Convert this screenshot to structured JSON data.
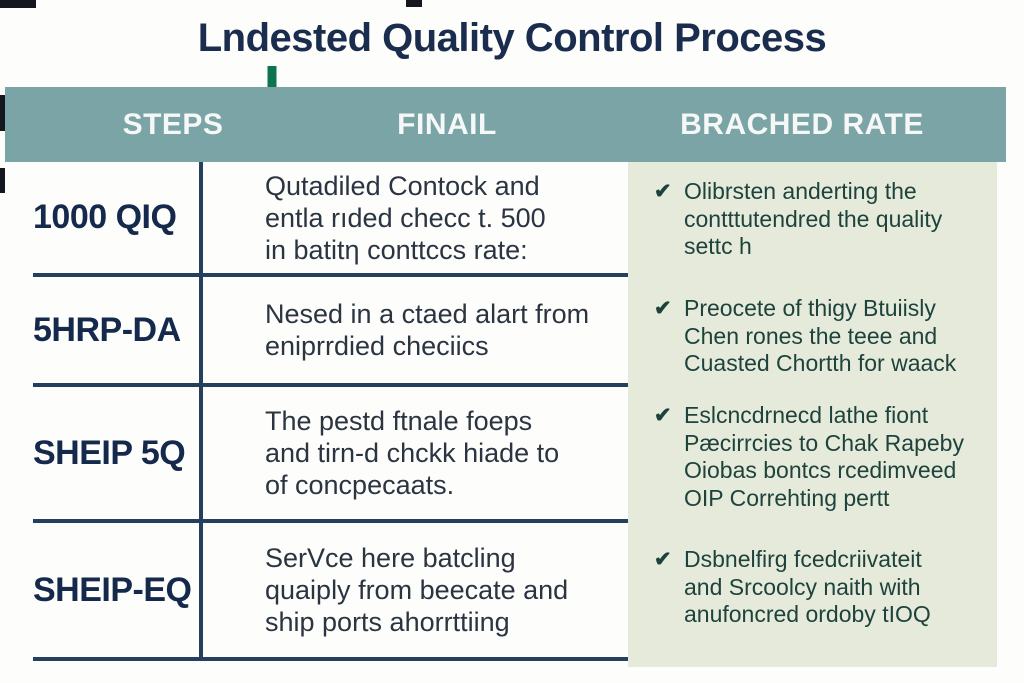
{
  "title": "Lndested Quality Control Process",
  "header": {
    "col1": "STEPS",
    "col2": "FINAIL",
    "col3": "BRACHED RATE",
    "arrow_icon": "down-arrow",
    "band_color": "#7ba4a6",
    "arrow_color": "#0e7450"
  },
  "rows": [
    {
      "step": "1000 QIQ",
      "detail": "Qutadiled Contock and\nentla rıded checc t. 500\nin batitη conttccs rate:"
    },
    {
      "step": "5HRP-DA",
      "detail": "Nesed in a ctaed alart from\neniprrdied checiics"
    },
    {
      "step": "SHEIP 5Q",
      "detail": "The pestd ftnale foeps\nand tirn-d chckk hiade to\nof concpecaats."
    },
    {
      "step": "SHEIP-EQ",
      "detail": "SerVce here batcling\nquaiply from beecate and\nship ports ahorrttiing"
    }
  ],
  "checklist": [
    {
      "check": "✔",
      "text": "Olibrsten anderting the\ncontttutendred the quality\nsettc h"
    },
    {
      "check": "✔",
      "text": "Preocete of thigy Btuiisly\nChen rones the teee and\nCuasted Chortth for waack"
    },
    {
      "check": "✔",
      "text": "Eslcncdrnecd lathe fiont\nPæcirrcies to Chak Rapeby\nOiobas bontcs rcedimveed\nOIP Correhting pertt"
    },
    {
      "check": "✔",
      "text": "Dsbnelfirg fcedcriivateit\nand Srcoolcy naith with\nanufoncred ordoby tIOQ"
    }
  ],
  "colors": {
    "title_text": "#1b2d4e",
    "band": "#7ba4a6",
    "band_text": "#f5f8f7",
    "arrow_green": "#0e7450",
    "table_border": "#24405e",
    "step_text": "#14294b",
    "detail_text": "#2b3441",
    "checklist_bg": "#e5eadb",
    "checklist_text": "#1e433c"
  }
}
